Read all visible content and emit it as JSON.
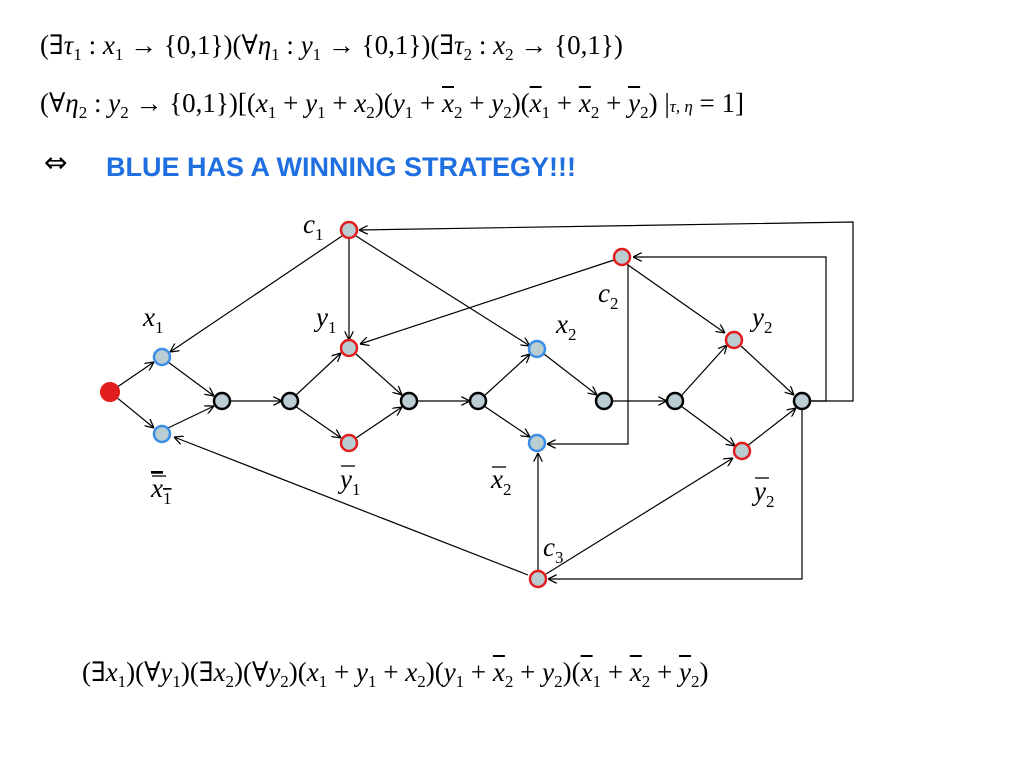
{
  "headline": {
    "iff_symbol": "⇔",
    "text": "BLUE HAS A WINNING STRATEGY!!!"
  },
  "formula_line1": [
    "(∃",
    "τ",
    "1",
    " : ",
    "x",
    "1",
    " → {0,1})(∀",
    "η",
    "1",
    " : ",
    "y",
    "1",
    " → {0,1})(∃",
    "τ",
    "2",
    " : ",
    "x",
    "2",
    " → {0,1})"
  ],
  "formula_line2": {
    "prefix": "(∀",
    "eta": "η",
    "eta_sub": "2",
    "colon": " : ",
    "y": "y",
    "y_sub": "2",
    "mid": " → {0,1})[(",
    "c1": [
      [
        "x",
        "1"
      ],
      [
        "y",
        "1"
      ],
      [
        "x",
        "2"
      ]
    ],
    "c2": [
      [
        "y",
        "1"
      ],
      [
        "x",
        "2"
      ],
      [
        "y",
        "2"
      ]
    ],
    "c3": [
      [
        "x",
        "1"
      ],
      [
        "x",
        "2"
      ],
      [
        "y",
        "2"
      ]
    ],
    "restrict": "τ, η",
    "suffix": " = 1]"
  },
  "formula_bottom": {
    "quant": [
      [
        "∃",
        "x",
        "1"
      ],
      [
        "∀",
        "y",
        "1"
      ],
      [
        "∃",
        "x",
        "2"
      ],
      [
        "∀",
        "y",
        "2"
      ]
    ]
  },
  "colors": {
    "blue_text": "#1f6fe0",
    "blue_ring": "#3a8ee6",
    "red_ring": "#e11d1d",
    "black_ring": "#000000",
    "node_fill": "#b9cdd3",
    "start_fill": "#e11d1d"
  },
  "diagram": {
    "labels": {
      "c1": [
        "c",
        "1"
      ],
      "c2": [
        "c",
        "2"
      ],
      "c3": [
        "c",
        "3"
      ],
      "x1": [
        "x",
        "1"
      ],
      "y1": [
        "y",
        "1"
      ],
      "x2": [
        "x",
        "2"
      ],
      "y2": [
        "y",
        "2"
      ],
      "nx1": [
        "x",
        "1"
      ],
      "ny1": [
        "y",
        "1"
      ],
      "nx2": [
        "x",
        "2"
      ],
      "ny2": [
        "y",
        "2"
      ]
    }
  }
}
